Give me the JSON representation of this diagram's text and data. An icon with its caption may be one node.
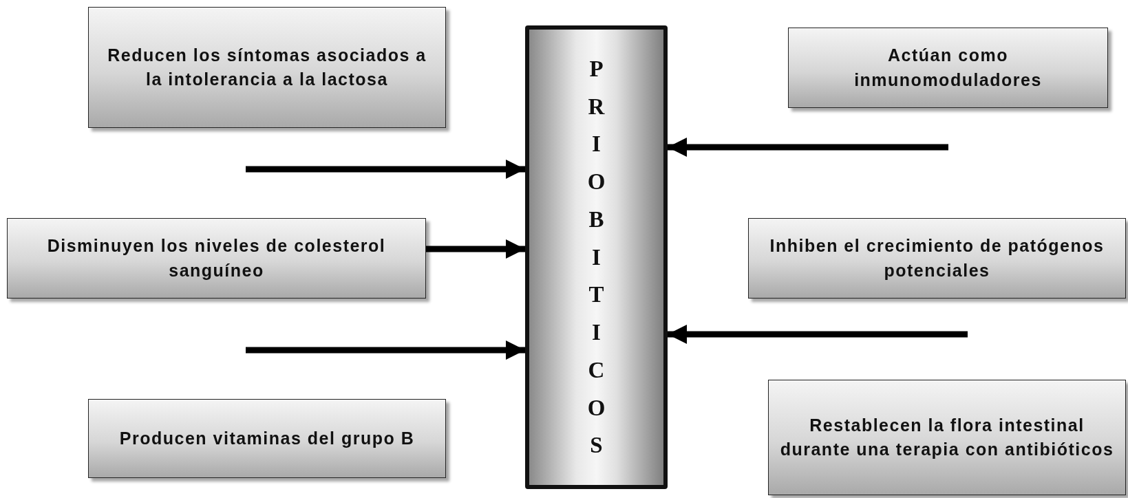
{
  "diagram": {
    "nodes": [
      {
        "text": [
          "Reducen los síntomas asociados a la intolerancia a la lactosa"
        ]
      },
      {
        "text": [
          "Disminuyen los niveles de colesterol sanguíneo"
        ]
      },
      {
        "text": [
          "Producen vitaminas del grupo B"
        ]
      },
      {
        "text": [
          "PRIOBITICOS"
        ]
      },
      {
        "text": [
          "Actúan como inmunomoduladores"
        ]
      },
      {
        "text": [
          "Inhiben el crecimiento de patógenos potenciales"
        ]
      },
      {
        "text": [
          "Restablecen la flora intestinal durante una terapia con antibióticos"
        ]
      }
    ],
    "edges": [
      {
        "from": null,
        "to": 3,
        "arrow": "to"
      },
      {
        "from": 1,
        "to": 3,
        "arrow": "to"
      },
      {
        "from": null,
        "to": 3,
        "arrow": "to"
      },
      {
        "from": null,
        "to": 3,
        "arrow": "to"
      },
      {
        "from": null,
        "to": 3,
        "arrow": "to"
      }
    ]
  }
}
